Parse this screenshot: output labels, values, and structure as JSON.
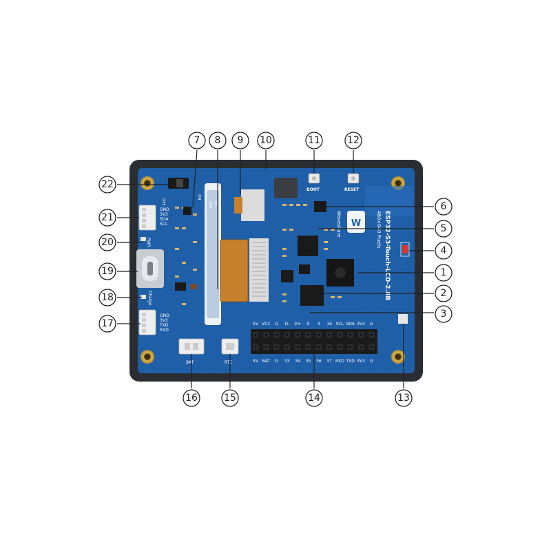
{
  "board": {
    "colors": {
      "bezel": "#2a2e33",
      "pcb": "#1f5fa8",
      "pcb_dark": "#174d8c",
      "gold": "#c9a441",
      "ribbon": "#c7812c",
      "chip": "#1a1a1a"
    },
    "model_text": "ESP32-S3-Touch-LCD-2.8B",
    "resolution_text": "480×640 Pixels",
    "brand_text": "Waveshare",
    "switch_labels": {
      "off": "OFF",
      "on": "ON"
    },
    "boot_label": "BOOT",
    "reset_label": "RESET",
    "bat_label": "BAT",
    "rtc_label": "RTC",
    "pwr_label": "PWR",
    "charge_label": "Charge",
    "port_21_pins": [
      "GND",
      "3V3",
      "SDA",
      "SCL"
    ],
    "port_17_pins": [
      "GND",
      "3V3",
      "TXD",
      "RXD"
    ],
    "tf_pins": [
      "NC",
      "SDA"
    ],
    "header_top_labels": [
      "5V",
      "VCC",
      "G",
      "D-",
      "D+",
      "0",
      "4",
      "16",
      "SCL",
      "SDA",
      "3V3",
      "G"
    ],
    "header_bottom_labels": [
      "5V",
      "BAT",
      "G",
      "33",
      "34",
      "35",
      "36",
      "37",
      "RXD",
      "TXD",
      "3V3",
      "G"
    ]
  },
  "callouts": [
    "1",
    "2",
    "3",
    "4",
    "5",
    "6",
    "7",
    "8",
    "9",
    "10",
    "11",
    "12",
    "13",
    "14",
    "15",
    "16",
    "17",
    "18",
    "19",
    "20",
    "21",
    "22"
  ]
}
